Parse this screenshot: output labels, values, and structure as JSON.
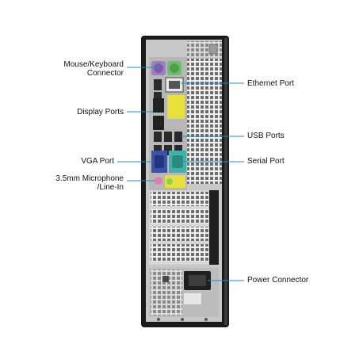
{
  "labels": {
    "mouse_keyboard_line1": "Mouse/Keyboard",
    "mouse_keyboard_line2": "Connector",
    "display_ports": "Display Ports",
    "vga_port": "VGA Port",
    "microphone_line1": "3.5mm  Microphone",
    "microphone_line2": "/Line-In",
    "ethernet_port": "Ethernet Port",
    "usb_ports": "USB Ports",
    "serial_port": "Serial Port",
    "power_connector": "Power Connector"
  },
  "colors": {
    "case_black": "#1a1a1a",
    "panel_grey": "#c8c8c8",
    "ps2_purple": "#9b7fc2",
    "ps2_green": "#6cbf6a",
    "vga_blue": "#3a52a8",
    "serial_teal": "#3fb3a7",
    "audio_yellow": "#e8e03a",
    "audio_pink": "#e07fb0",
    "audio_green": "#8fcf5a",
    "leader_line": "#1a8fc9"
  }
}
